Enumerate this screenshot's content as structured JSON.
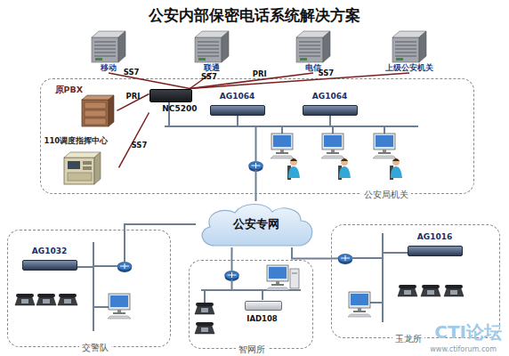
{
  "diagram": {
    "title": "公安内部保密电话系统解决方案",
    "nodes": [
      {
        "text": [
          "移动"
        ]
      },
      {
        "text": [
          "联通"
        ]
      },
      {
        "text": [
          "电信"
        ]
      },
      {
        "text": [
          "上级公安机关"
        ]
      },
      {
        "text": [
          "公安局机关"
        ]
      },
      {
        "text": [
          "原PBX"
        ],
        "in": 4
      },
      {
        "text": [
          "NC5200"
        ],
        "in": 4
      },
      {
        "text": [
          "AG1064"
        ],
        "in": 4
      },
      {
        "text": [
          "AG1064"
        ],
        "in": 4
      },
      {
        "text": [
          "110调度指挥中心"
        ],
        "in": 4
      },
      {
        "text": [
          "公安专网"
        ]
      },
      {
        "text": [
          "交警队"
        ]
      },
      {
        "text": [
          "AG1032"
        ],
        "in": 11
      },
      {
        "text": [
          "智网所"
        ]
      },
      {
        "text": [
          "IAD108"
        ],
        "in": 13
      },
      {
        "text": [
          "玉龙所"
        ]
      },
      {
        "text": [
          "AG1016"
        ],
        "in": 15
      }
    ],
    "edges": [
      {
        "from": 6,
        "to": 0,
        "label": "SS7",
        "arrow": "none"
      },
      {
        "from": 6,
        "to": 1,
        "label": "SS7",
        "arrow": "none"
      },
      {
        "from": 6,
        "to": 2,
        "label": "PRI",
        "arrow": "none"
      },
      {
        "from": 6,
        "to": 3,
        "label": "SS7",
        "arrow": "none"
      },
      {
        "from": 5,
        "to": 6,
        "label": "PRI",
        "arrow": "none"
      },
      {
        "from": 9,
        "to": 6,
        "label": "SS7",
        "arrow": "none"
      },
      {
        "from": 10,
        "to": 4,
        "arrow": "none"
      },
      {
        "from": 10,
        "to": 11,
        "arrow": "none"
      },
      {
        "from": 10,
        "to": 13,
        "arrow": "none"
      },
      {
        "from": 10,
        "to": 15,
        "arrow": "none"
      }
    ],
    "labels": [
      "CTI论坛",
      "www.ctiforum.com"
    ]
  }
}
